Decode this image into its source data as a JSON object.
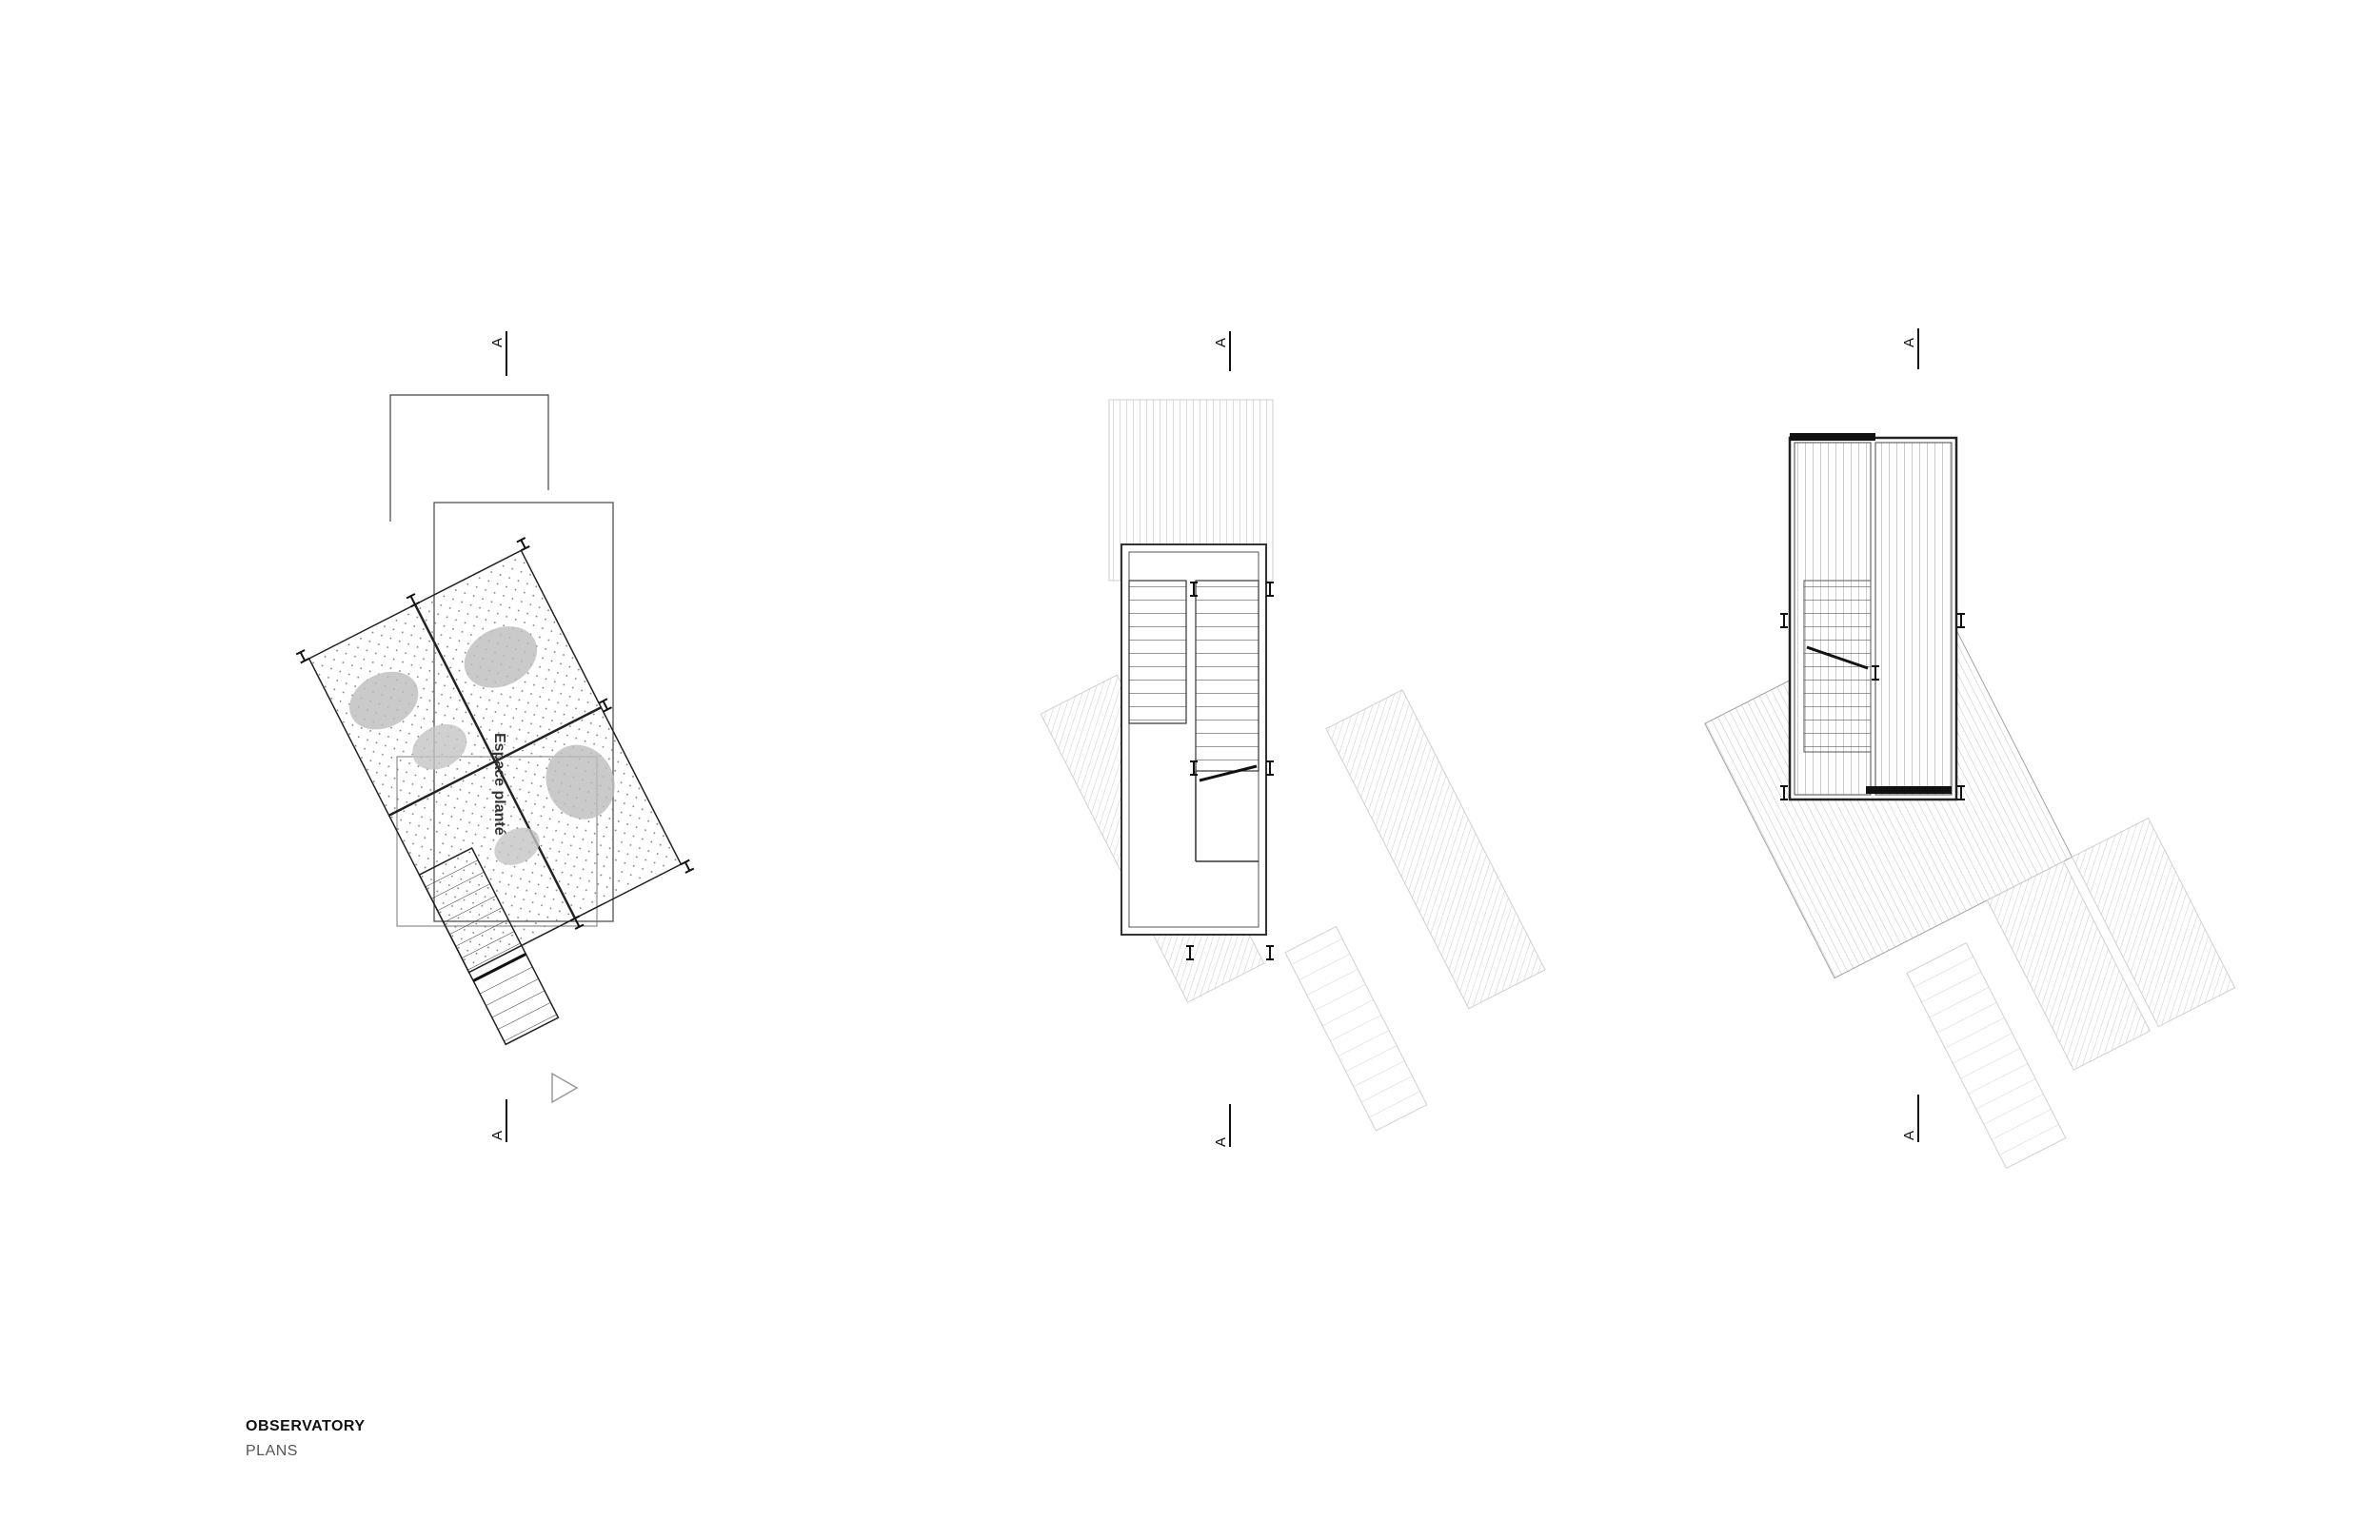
{
  "caption": {
    "title": "OBSERVATORY",
    "subtitle": "PLANS"
  },
  "section_marker": "A",
  "room_label": "Espace planté",
  "colors": {
    "line": "#111111",
    "faint": "#bdbdbd",
    "hatch": "#9a9a9a",
    "plant": "#bbbbbb"
  }
}
